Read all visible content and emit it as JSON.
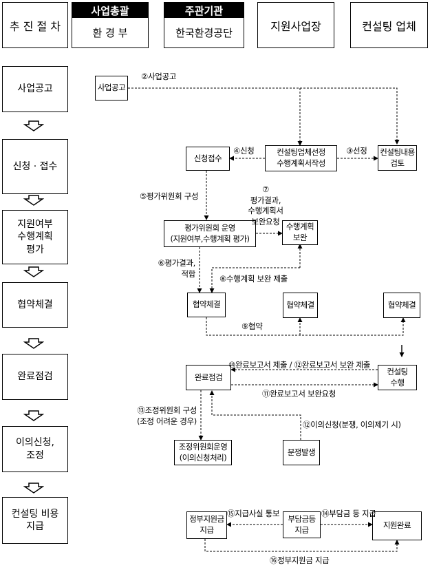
{
  "header": {
    "procedure": "추 진 절 차",
    "general": {
      "role": "사업총괄",
      "name": "환 경 부"
    },
    "agency": {
      "role": "주관기관",
      "name": "한국환경공단"
    },
    "workplace": "지원사업장",
    "consultant": "컨설팅 업체"
  },
  "steps": [
    "사업공고",
    "신청 · 접수",
    "지원여부\n수행계획\n평가",
    "협약체결",
    "완료점검",
    "이의신청,\n조정",
    "컨설팅 비용\n지급"
  ],
  "nodes": {
    "announce": "사업공고",
    "receipt": "신청접수",
    "select": "컨설팅업체선정\n수행계획서작성",
    "review": "컨설팅내용\n검토",
    "committee": "평가위원회 운영\n(지원여부,수행계획 평가)",
    "supplement": "수행계획\n보완",
    "agree_agency": "협약체결",
    "agree_workplace": "협약체결",
    "agree_consultant": "협약체결",
    "inspection": "완료점검",
    "perform": "컨설팅\n수행",
    "adjust": "조정위원회운영\n(이의신청처리)",
    "dispute": "분쟁발생",
    "gov_pay": "정부지원금\n지급",
    "share_pay": "부담금등\n지급",
    "complete": "지원완료"
  },
  "labels": {
    "l2": "②사업공고",
    "l4": "④신청",
    "l3": "③선정",
    "l5": "⑤평가위원회 구성",
    "l7": "⑦\n평가결과,\n수행계획서\n보완요청",
    "l6": "⑥평가결과,\n적합",
    "l8": "⑧수행계획 보완 제출",
    "l9": "⑨협약",
    "l10": "⑩완료보고서 제출 / ⑫완료보고서 보완 제출",
    "l11": "⑪완료보고서 보완요청",
    "l13": "⑬조정위원회 구성\n(조정 어려운 경우)",
    "l12": "⑫이의신청(분쟁, 이의제기 시)",
    "l15": "⑮지급사실 통보",
    "l14": "⑭부담금 등 지급",
    "l16": "⑯정부지원금 지급"
  },
  "colors": {
    "line": "#000000",
    "band": "#000000",
    "background": "#ffffff"
  }
}
